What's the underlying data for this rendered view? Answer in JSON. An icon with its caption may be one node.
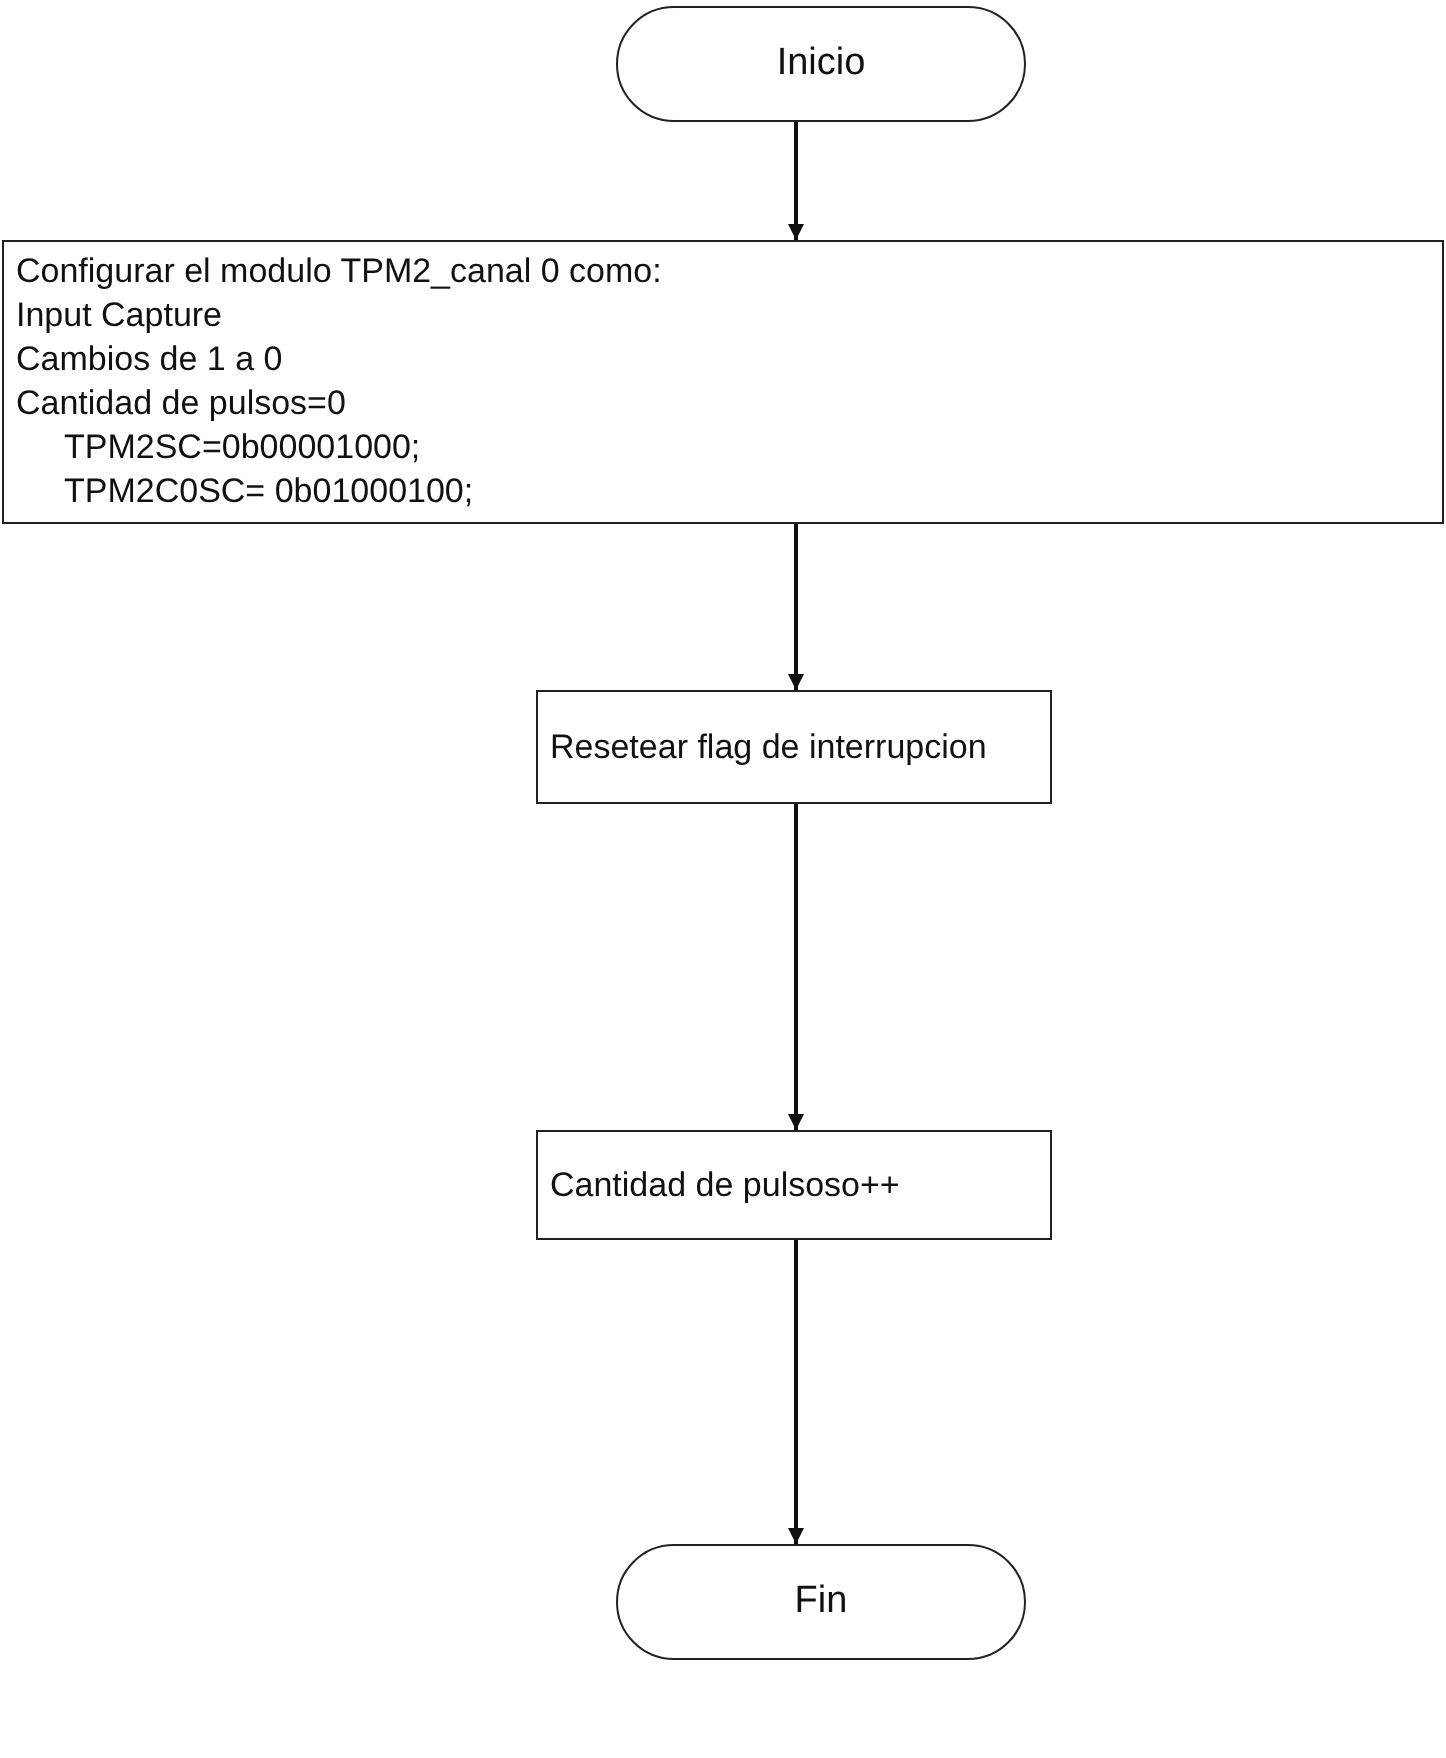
{
  "diagram": {
    "nodes": [
      {
        "text": [
          "Inicio"
        ]
      },
      {
        "text": [
          "Configurar el modulo TPM2_canal 0 como:",
          "Input Capture",
          "Cambios de 1 a 0",
          "Cantidad de pulsos=0",
          "TPM2SC=0b00001000;",
          "TPM2C0SC= 0b01000100;"
        ]
      },
      {
        "text": [
          "Resetear flag de interrupcion"
        ]
      },
      {
        "text": [
          "Cantidad de pulsoso++"
        ]
      },
      {
        "text": [
          "Fin"
        ]
      }
    ],
    "edges": [
      {
        "from": 0,
        "to": 1,
        "arrow": "to"
      },
      {
        "from": 1,
        "to": 2,
        "arrow": "to"
      },
      {
        "from": 2,
        "to": 3,
        "arrow": "to"
      },
      {
        "from": 3,
        "to": 4,
        "arrow": "to"
      }
    ]
  }
}
